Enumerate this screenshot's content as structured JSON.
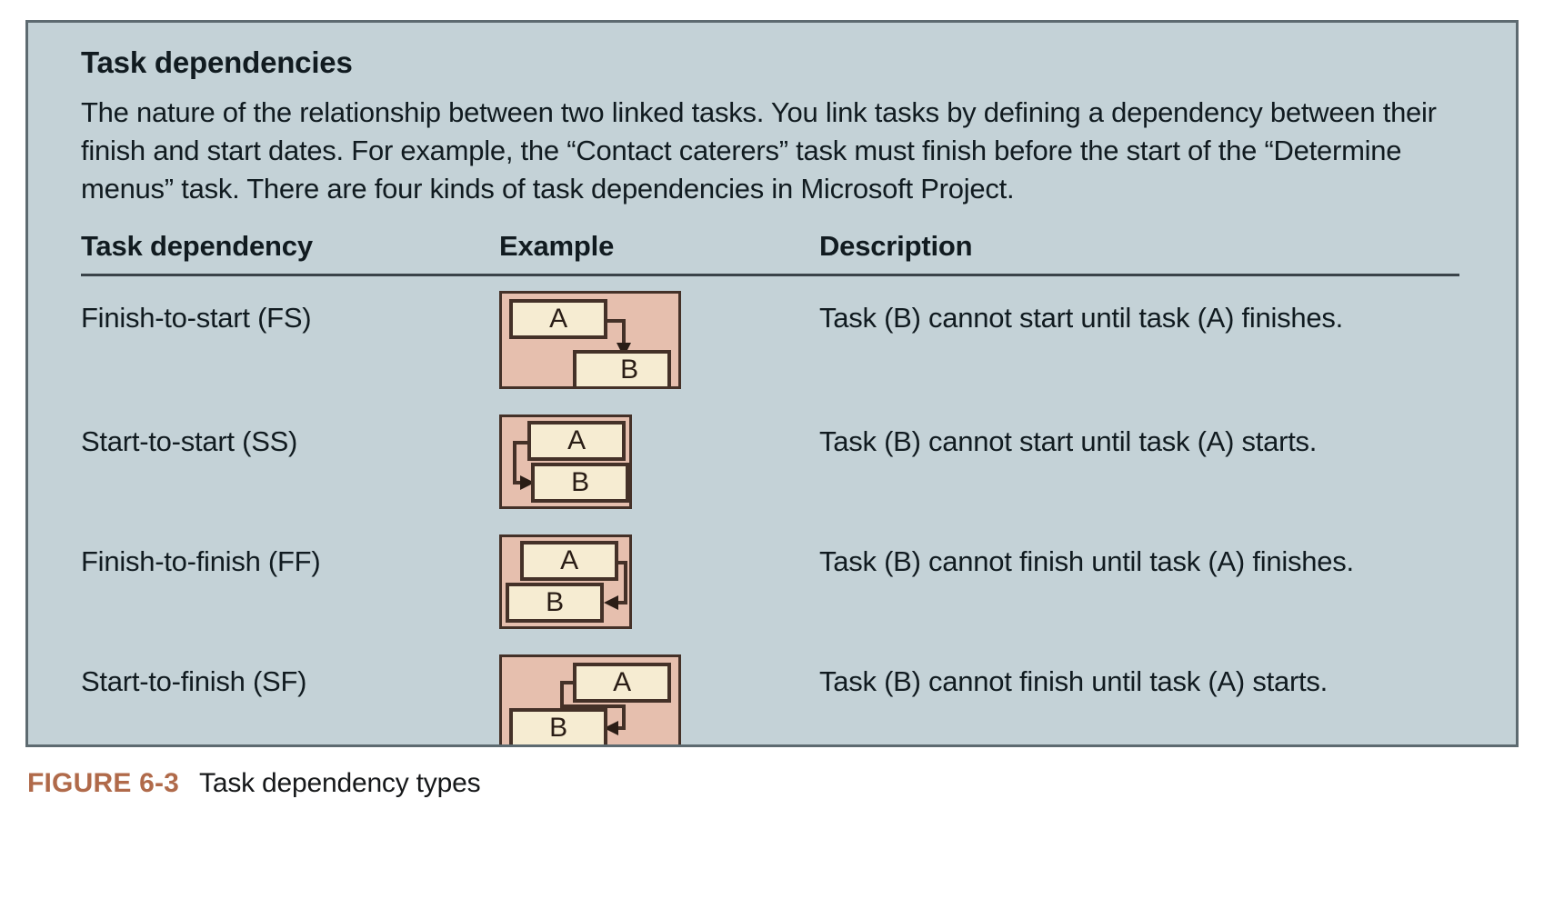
{
  "panel": {
    "title": "Task dependencies",
    "paragraph": "The nature of the relationship between two linked tasks. You link tasks by defining a dependency between their finish and start dates. For example, the “Contact caterers” task must finish before the start of the “Determine menus” task. There are four kinds of task dependencies in Microsoft Project.",
    "background_color": "#c4d2d7",
    "border_color": "#5d6a70"
  },
  "table": {
    "headers": {
      "type": "Task dependency",
      "example": "Example",
      "description": "Description"
    },
    "rows": [
      {
        "type": "Finish-to-start (FS)",
        "description": "Task (B) cannot start until task (A) finishes.",
        "diagram": {
          "code": "FS",
          "task_a_label": "A",
          "task_b_label": "B"
        }
      },
      {
        "type": "Start-to-start (SS)",
        "description": "Task (B) cannot start until task (A) starts.",
        "diagram": {
          "code": "SS",
          "task_a_label": "A",
          "task_b_label": "B"
        }
      },
      {
        "type": "Finish-to-finish (FF)",
        "description": "Task (B) cannot finish until task (A) finishes.",
        "diagram": {
          "code": "FF",
          "task_a_label": "A",
          "task_b_label": "B"
        }
      },
      {
        "type": "Start-to-finish (SF)",
        "description": "Task (B) cannot finish until task (A) starts.",
        "diagram": {
          "code": "SF",
          "task_a_label": "A",
          "task_b_label": "B"
        }
      }
    ]
  },
  "caption": {
    "label": "FIGURE 6-3",
    "text": "Task dependency types",
    "label_color": "#b06a4a"
  },
  "colors": {
    "diagram_fill": "#e6bfae",
    "task_bar_fill": "#f6ecd2",
    "stroke": "#443128",
    "text": "#111b20"
  }
}
